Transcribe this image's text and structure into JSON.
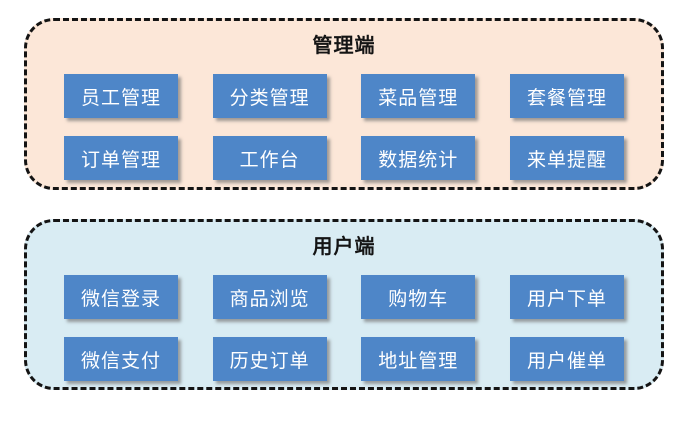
{
  "colors": {
    "page_background": "#ffffff",
    "admin_panel_background": "#fce7d8",
    "user_panel_background": "#d9ecf3",
    "node_background": "#4e86c8",
    "node_text": "#ffffff",
    "border": "#141414",
    "title_text": "#141414"
  },
  "panels": [
    {
      "id": "admin",
      "title": "管理端",
      "rows": [
        [
          "员工管理",
          "分类管理",
          "菜品管理",
          "套餐管理"
        ],
        [
          "订单管理",
          "工作台",
          "数据统计",
          "来单提醒"
        ]
      ]
    },
    {
      "id": "user",
      "title": "用户端",
      "rows": [
        [
          "微信登录",
          "商品浏览",
          "购物车",
          "用户下单"
        ],
        [
          "微信支付",
          "历史订单",
          "地址管理",
          "用户催单"
        ]
      ]
    }
  ]
}
